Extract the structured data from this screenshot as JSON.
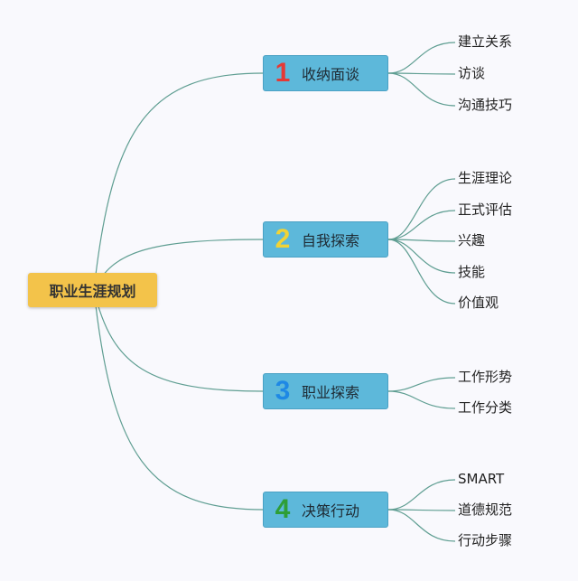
{
  "root": {
    "label": "职业生涯规划"
  },
  "branches": [
    {
      "number": "1",
      "number_color": "#e53935",
      "label": "收纳面谈",
      "leaves": [
        "建立关系",
        "访谈",
        "沟通技巧"
      ]
    },
    {
      "number": "2",
      "number_color": "#f2d335",
      "label": "自我探索",
      "leaves": [
        "生涯理论",
        "正式评估",
        "兴趣",
        "技能",
        "价值观"
      ]
    },
    {
      "number": "3",
      "number_color": "#1e88e5",
      "label": "职业探索",
      "leaves": [
        "工作形势",
        "工作分类"
      ]
    },
    {
      "number": "4",
      "number_color": "#2e9e36",
      "label": "决策行动",
      "leaves": [
        "SMART",
        "道德规范",
        "行动步骤"
      ]
    }
  ],
  "colors": {
    "connector": "#5f9e92",
    "root_fill": "#f3c34a",
    "branch_fill": "#5db8da"
  }
}
